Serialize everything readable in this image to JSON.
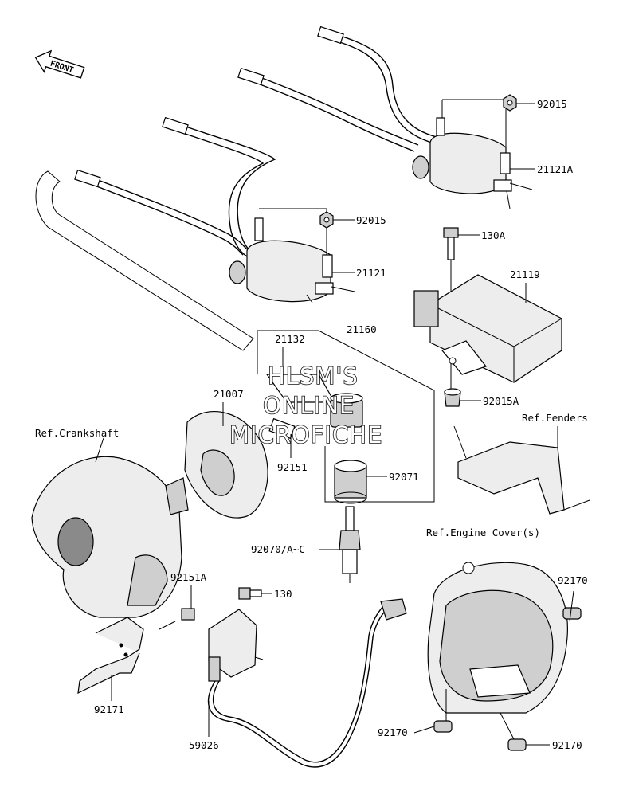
{
  "front_arrow": {
    "label": "FRONT"
  },
  "watermark": {
    "line1": "HLSM'S",
    "line2": "ONLINE",
    "line3": "MICROFICHE"
  },
  "references": {
    "crankshaft": "Ref.Crankshaft",
    "fenders": "Ref.Fenders",
    "engine_cover": "Ref.Engine Cover(s)"
  },
  "parts": {
    "p92015_a": "92015",
    "p21121a": "21121A",
    "p92015_b": "92015",
    "p21121": "21121",
    "p130a": "130A",
    "p21119": "21119",
    "p21160": "21160",
    "p21132": "21132",
    "p21007": "21007",
    "p92015a": "92015A",
    "p92151": "92151",
    "p92071": "92071",
    "p92070": "92070/A~C",
    "p92151a": "92151A",
    "p130": "130",
    "p92170_a": "92170",
    "p92171": "92171",
    "p59026": "59026",
    "p92170_b": "92170",
    "p92170_c": "92170"
  }
}
